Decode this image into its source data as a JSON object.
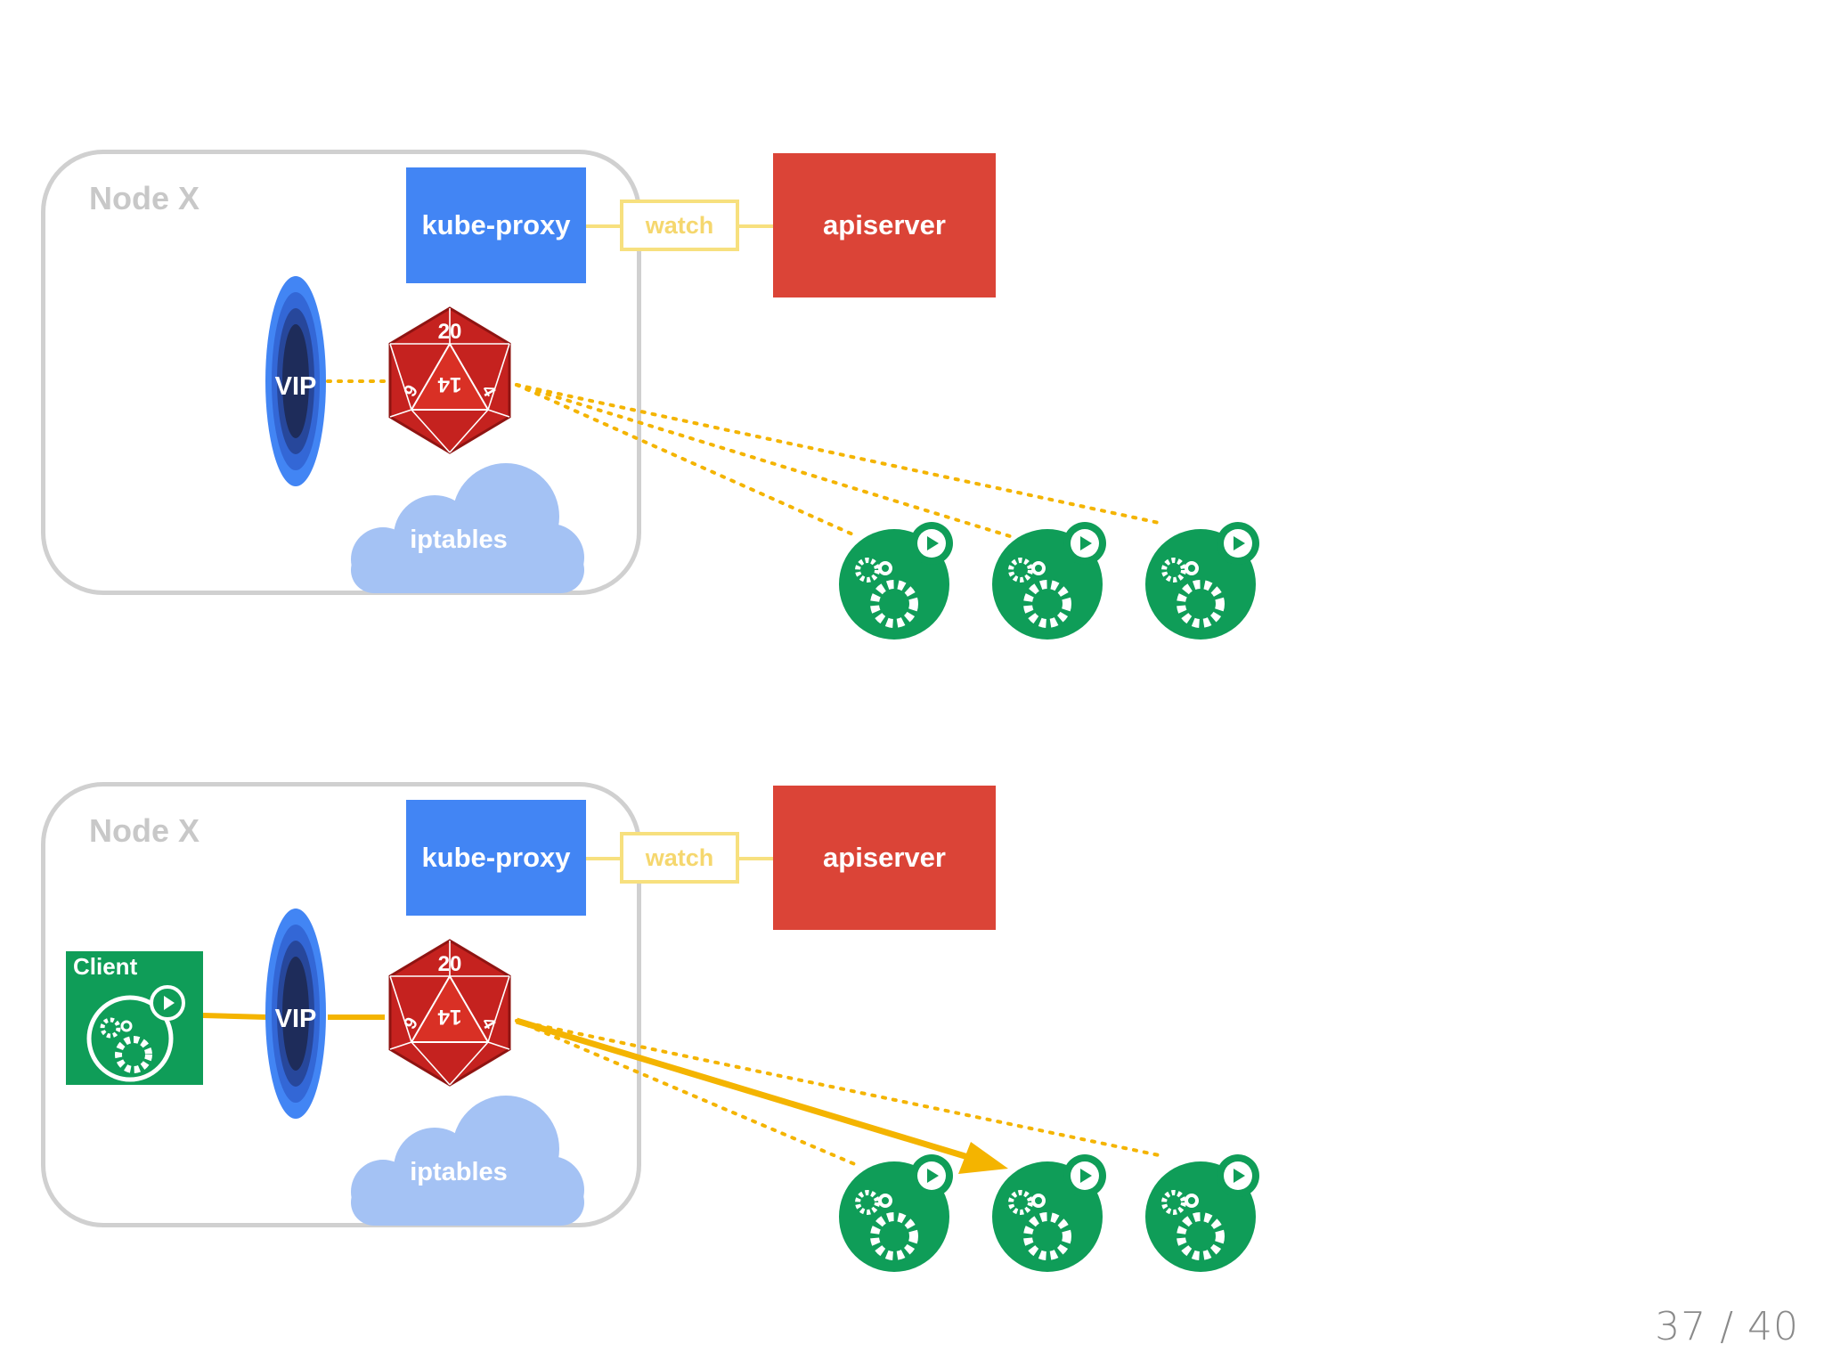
{
  "diagrams": [
    {
      "node_label": "Node X",
      "kube_proxy_label": "kube-proxy",
      "watch_label": "watch",
      "apiserver_label": "apiserver",
      "vip_label": "VIP",
      "iptables_label": "iptables",
      "die_numbers": [
        "20",
        "14",
        "9",
        "4"
      ],
      "client_label": null
    },
    {
      "node_label": "Node X",
      "kube_proxy_label": "kube-proxy",
      "watch_label": "watch",
      "apiserver_label": "apiserver",
      "vip_label": "VIP",
      "iptables_label": "iptables",
      "die_numbers": [
        "20",
        "14",
        "9",
        "4"
      ],
      "client_label": "Client"
    }
  ],
  "page_number": "37 / 40",
  "colors": {
    "kube_proxy": "#4285f4",
    "apiserver": "#db4437",
    "watch": "#f7e07e",
    "pod": "#0f9d58",
    "iptables": "#a4c2f4",
    "vip_outer": "#4285f4",
    "traffic": "#f4b400"
  },
  "icons": {
    "die": "d20-die-icon",
    "pod": "pod-gears-icon",
    "vip": "vip-portal-icon",
    "iptables": "iptables-cloud-icon"
  }
}
